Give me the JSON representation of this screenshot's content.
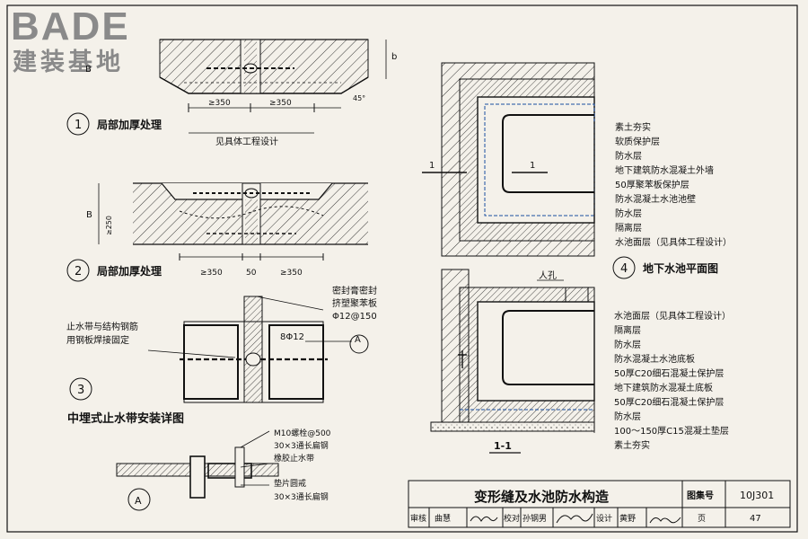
{
  "logo": {
    "brand": "BADE",
    "subtitle": "建装基地"
  },
  "detail1": {
    "index": "1",
    "title": "局部加厚处理",
    "dim_left": "≥350",
    "dim_right": "≥350",
    "note": "见具体工程设计",
    "dim_b_left": "B",
    "dim_b_right": "b",
    "angle": "45°"
  },
  "detail2": {
    "index": "2",
    "title": "局部加厚处理",
    "dim_left": "≥350",
    "dim_mid": "50",
    "dim_right": "≥350",
    "dim_b": "B",
    "dim_250": "≥250"
  },
  "detail3": {
    "index": "3",
    "title": "中埋式止水带安装详图",
    "note_left": [
      "止水带与结构钢筋",
      "用钢板焊接固定"
    ],
    "note_right": [
      "密封膏密封",
      "挤塑聚苯板",
      "Φ12@150"
    ],
    "rebar": "8Φ12",
    "ref": "A"
  },
  "detailA": {
    "ref": "A",
    "notes_top": [
      "M10螺栓@500",
      "30×3通长扁钢",
      "橡胶止水带"
    ],
    "notes_bottom": [
      "垫片圆戒",
      "30×3通长扁钢"
    ]
  },
  "detail4": {
    "index": "4",
    "title": "地下水池平面图",
    "section_mark": "1",
    "layers": [
      "素土夯实",
      "软质保护层",
      "防水层",
      "地下建筑防水混凝土外墙",
      "50厚聚苯板保护层",
      "防水混凝土水池池壁",
      "防水层",
      "隔离层",
      "水池面层（见具体工程设计）"
    ]
  },
  "section11": {
    "title": "1-1",
    "hole": "人孔",
    "layers": [
      "水池面层（见具体工程设计）",
      "隔离层",
      "防水层",
      "防水混凝土水池底板",
      "50厚C20细石混凝土保护层",
      "地下建筑防水混凝土底板",
      "50厚C20细石混凝土保护层",
      "防水层",
      "100～150厚C15混凝土垫层",
      "素土夯实"
    ]
  },
  "titleblock": {
    "title": "变形缝及水池防水构造",
    "atlas_label": "图集号",
    "atlas_no": "10J301",
    "review_label": "审核",
    "reviewer": "曲慧",
    "check_label": "校对",
    "checker": "孙钢男",
    "design_label": "设计",
    "designer": "黄野",
    "page_label": "页",
    "page_no": "47"
  }
}
